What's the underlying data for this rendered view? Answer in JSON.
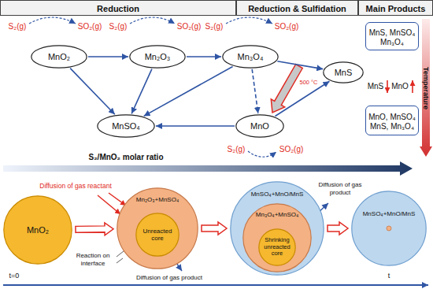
{
  "diagram": {
    "nodes": [
      {
        "text": [
          "Reduction"
        ]
      },
      {
        "text": [
          "Reduction & Sulfidation"
        ]
      },
      {
        "text": [
          "Main Products"
        ]
      },
      {
        "text": [
          "MnO₂"
        ]
      },
      {
        "text": [
          "Mn₂O₃"
        ]
      },
      {
        "text": [
          "Mn₃O₄"
        ]
      },
      {
        "text": [
          "MnS"
        ]
      },
      {
        "text": [
          "MnSO₄"
        ]
      },
      {
        "text": [
          "MnO"
        ]
      },
      {
        "text": [
          "MnS, MnSO₄ Mn₃O₄"
        ]
      },
      {
        "text": [
          "MnO, MnSO₄ MnS, Mn₃O₄"
        ]
      },
      {
        "text": [
          "MnO₂"
        ]
      },
      {
        "text": [
          "Mn₂O₃+MnSO₄"
        ]
      },
      {
        "text": [
          "Unreacted core"
        ],
        "in": 12
      },
      {
        "text": [
          "MnSO₄+MnO/MnS"
        ]
      },
      {
        "text": [
          "Mn₃O₄+MnSO₄"
        ],
        "in": 14
      },
      {
        "text": [
          "Shrinking unreacted core"
        ],
        "in": 15
      },
      {
        "text": [
          "MnSO₄+MnO/MnS"
        ]
      }
    ],
    "edges": [
      {
        "from": 3,
        "to": 4,
        "arrow": "to"
      },
      {
        "from": 4,
        "to": 5,
        "arrow": "to"
      },
      {
        "from": 5,
        "to": 6,
        "arrow": "to"
      },
      {
        "from": 3,
        "to": 7,
        "arrow": "to"
      },
      {
        "from": 4,
        "to": 7,
        "arrow": "to"
      },
      {
        "from": 5,
        "to": 7,
        "arrow": "to"
      },
      {
        "from": 5,
        "to": 8,
        "arrow": "to"
      },
      {
        "from": 8,
        "to": 7,
        "arrow": "to"
      },
      {
        "from": 8,
        "to": 6,
        "arrow": "to"
      },
      {
        "from": 11,
        "to": 12,
        "arrow": "to"
      },
      {
        "from": 12,
        "to": 14,
        "arrow": "to"
      },
      {
        "from": 14,
        "to": 17,
        "arrow": "to"
      }
    ],
    "labels": [
      "S₂(g)",
      "SO₂(g)",
      "S₂(g)",
      "SO₂(g)",
      "S₂(g)",
      "SO₂(g)",
      "500 °C",
      "S₂(g)",
      "SO₂(g)",
      "S₂/MnO₂ molar ratio",
      "MnS",
      "MnO",
      "Temperature",
      "Diffusion of gas reactant",
      "Reaction on interface",
      "Diffusion of gas product",
      "Diffusion of gas product",
      "t=0",
      "t"
    ]
  }
}
